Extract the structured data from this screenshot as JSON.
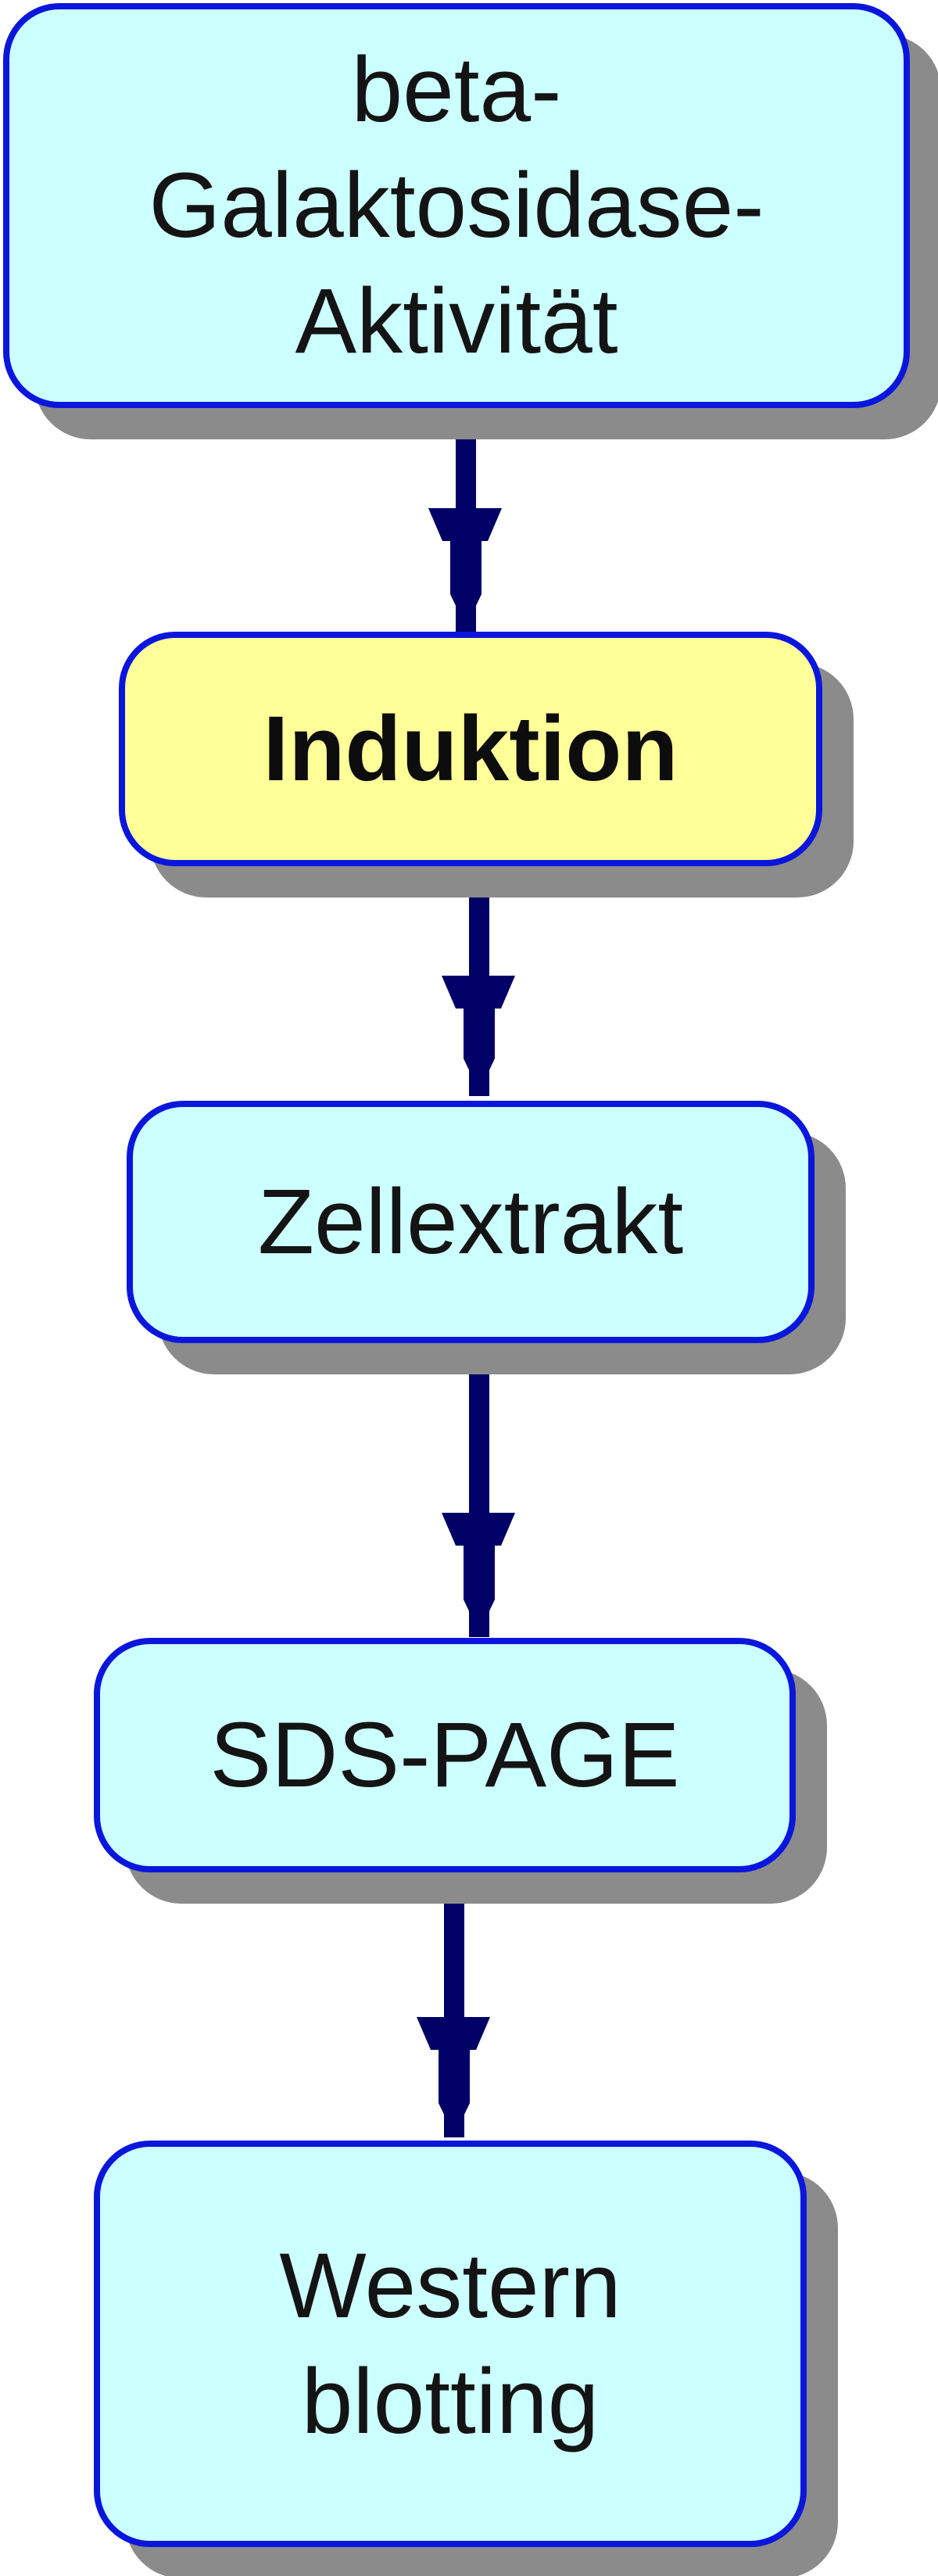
{
  "diagram": {
    "nodes": [
      {
        "id": "n1",
        "label": "beta-\nGalaktosidase-\nAktivität"
      },
      {
        "id": "n2",
        "label": "Induktion"
      },
      {
        "id": "n3",
        "label": "Zellextrakt"
      },
      {
        "id": "n4",
        "label": "SDS-PAGE"
      },
      {
        "id": "n5",
        "label": "Western\nblotting"
      }
    ],
    "edges": [
      {
        "from": "n1",
        "to": "n2"
      },
      {
        "from": "n2",
        "to": "n3"
      },
      {
        "from": "n3",
        "to": "n4"
      },
      {
        "from": "n4",
        "to": "n5"
      }
    ],
    "colors": {
      "default_fill": "#ccffff",
      "highlight_fill": "#ffff99",
      "border": "#0b16dd",
      "shadow": "#8b8b8b",
      "arrow": "#000066",
      "text": "#141414"
    }
  }
}
